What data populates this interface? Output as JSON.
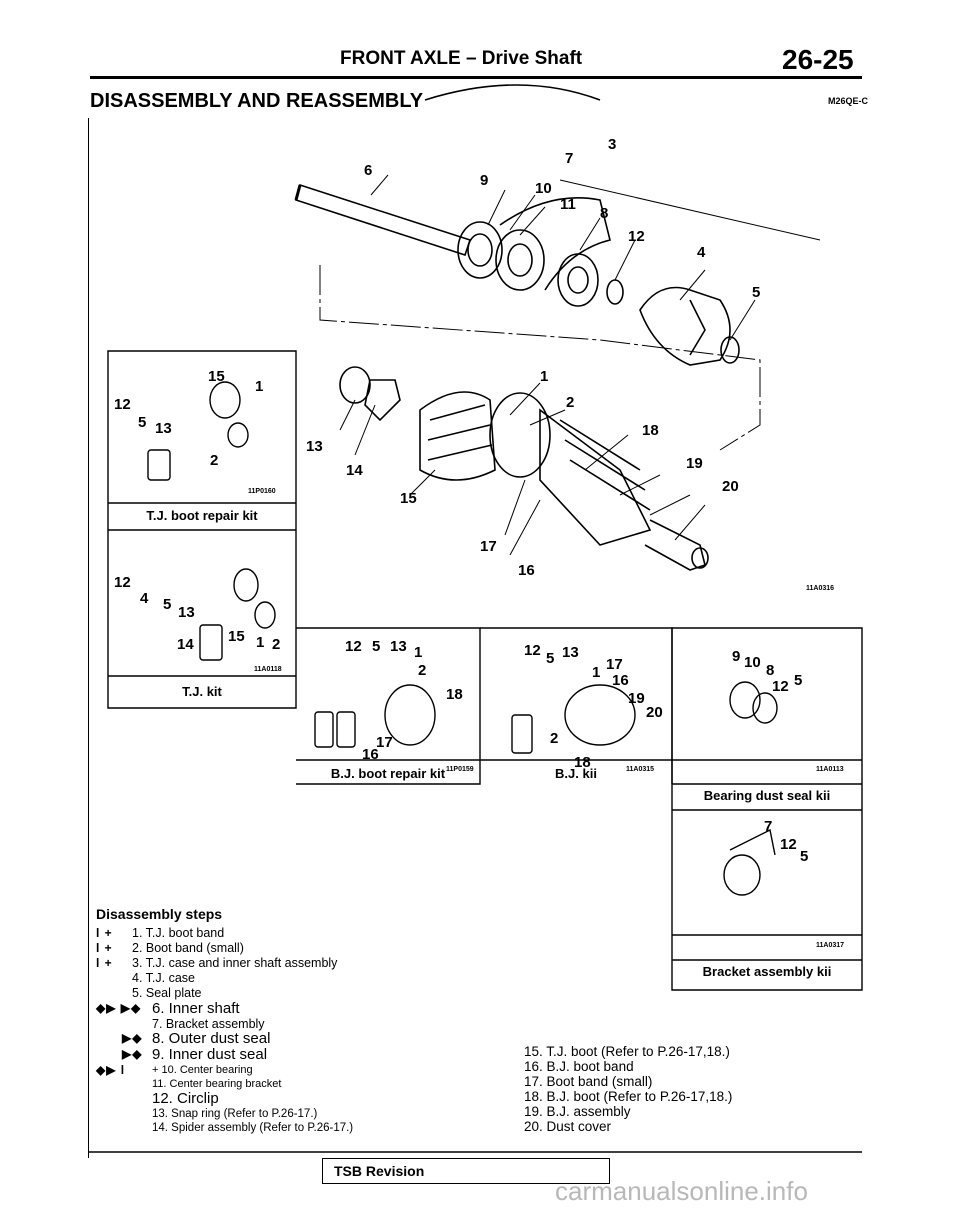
{
  "header": {
    "title": "FRONT AXLE – Drive Shaft",
    "page_number": "26-25",
    "section_title": "DISASSEMBLY AND REASSEMBLY",
    "doc_code": "M26QE-C"
  },
  "main_figure": {
    "code": "11A0316",
    "callouts": [
      "6",
      "9",
      "10",
      "11",
      "8",
      "7",
      "3",
      "12",
      "4",
      "5",
      "13",
      "14",
      "15",
      "1",
      "2",
      "18",
      "19",
      "20",
      "17",
      "16"
    ]
  },
  "kits": [
    {
      "caption": "T.J. boot repair kit",
      "code": "11P0160",
      "labels": [
        "15",
        "1",
        "12",
        "5",
        "13",
        "2"
      ]
    },
    {
      "caption": "T.J. kit",
      "code": "11A0118",
      "labels": [
        "12",
        "4",
        "5",
        "13",
        "14",
        "15",
        "1",
        "2"
      ]
    },
    {
      "caption": "B.J. boot repair kit",
      "code": "11P0159",
      "labels": [
        "12",
        "5",
        "13",
        "1",
        "2",
        "18",
        "17",
        "16"
      ]
    },
    {
      "caption": "B.J. kii",
      "code": "11A0315",
      "labels": [
        "12",
        "5",
        "13",
        "1",
        "17",
        "16",
        "19",
        "20",
        "2",
        "18"
      ]
    },
    {
      "caption": "Bearing dust seal kii",
      "code": "11A0113",
      "labels": [
        "9",
        "10",
        "8",
        "12",
        "5"
      ]
    },
    {
      "caption": "Bracket assembly kii",
      "code": "11A0317",
      "labels": [
        "7",
        "12",
        "5"
      ]
    }
  ],
  "disassembly": {
    "heading": "Disassembly steps",
    "steps": [
      {
        "marks": "l +",
        "text": "1. T.J. boot band"
      },
      {
        "marks": "l +",
        "text": "2. Boot band (small)"
      },
      {
        "marks": "l +",
        "text": "3. T.J. case and inner shaft assembly"
      },
      {
        "marks": "",
        "text": "4. T.J. case"
      },
      {
        "marks": "",
        "text": "5. Seal plate"
      },
      {
        "marks": "◆▶ ▶◆",
        "text": "6. Inner shaft"
      },
      {
        "marks": "",
        "text": "7. Bracket assembly"
      },
      {
        "marks": "▶◆",
        "text": "8. Outer dust seal"
      },
      {
        "marks": "▶◆",
        "text": "9. Inner dust seal"
      },
      {
        "marks": "◆▶  l",
        "text": "+ 10. Center bearing"
      },
      {
        "marks": "",
        "text": "11. Center bearing bracket"
      },
      {
        "marks": "",
        "text": "12.      Circlip"
      },
      {
        "marks": "",
        "text": "13. Snap ring (Refer to P.26-17.)"
      },
      {
        "marks": "",
        "text": "14. Spider assembly (Refer to P.26-17.)"
      }
    ],
    "steps_right": [
      "15. T.J. boot (Refer to P.26-17,18.)",
      "16. B.J. boot band",
      "17. Boot band (small)",
      "18. B.J. boot (Refer to P.26-17,18.)",
      "19. B.J. assembly",
      "20. Dust cover"
    ]
  },
  "footer": {
    "tsb_label": "TSB Revision",
    "watermark": "carmanualsonline.info"
  }
}
